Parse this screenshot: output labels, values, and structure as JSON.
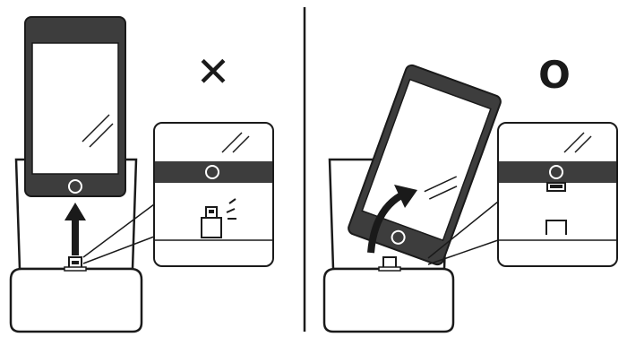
{
  "panels": [
    {
      "id": "incorrect",
      "mark": "✕",
      "mark_name": "cross-mark-icon"
    },
    {
      "id": "correct",
      "mark": "O",
      "mark_name": "circle-mark-icon"
    }
  ],
  "colors": {
    "stroke": "#1a1a1a",
    "device_body": "#3d3d3d",
    "band": "#3d3d3d",
    "screen": "#ffffff",
    "background": "#ffffff"
  }
}
